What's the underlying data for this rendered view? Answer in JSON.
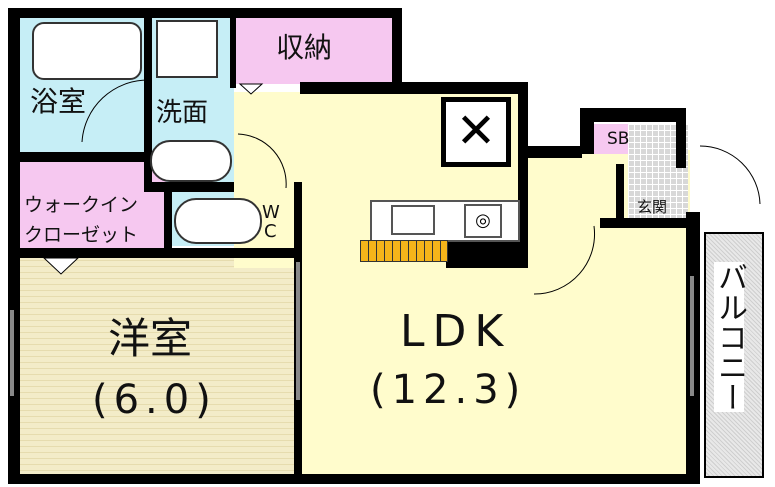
{
  "rooms": {
    "bath": "浴室",
    "washroom": "洗面",
    "storage": "収納",
    "toilet_w": "W",
    "toilet_c": "C",
    "walkin_line1": "ウォークイン",
    "walkin_line2": "クローゼット",
    "western_room": "洋室",
    "western_size": "(6.0)",
    "ldk": "LDK",
    "ldk_size": "(12.3)",
    "shoe_box": "SB",
    "entrance": "玄関",
    "balcony": "バルコニー"
  },
  "colors": {
    "wet_area": "#c6eef6",
    "storage": "#f6c8f0",
    "ldk": "#fffccc",
    "western": "#f3ecc8",
    "entrance_tile": "#d8d8d8",
    "stairs": "#f5b41a"
  }
}
